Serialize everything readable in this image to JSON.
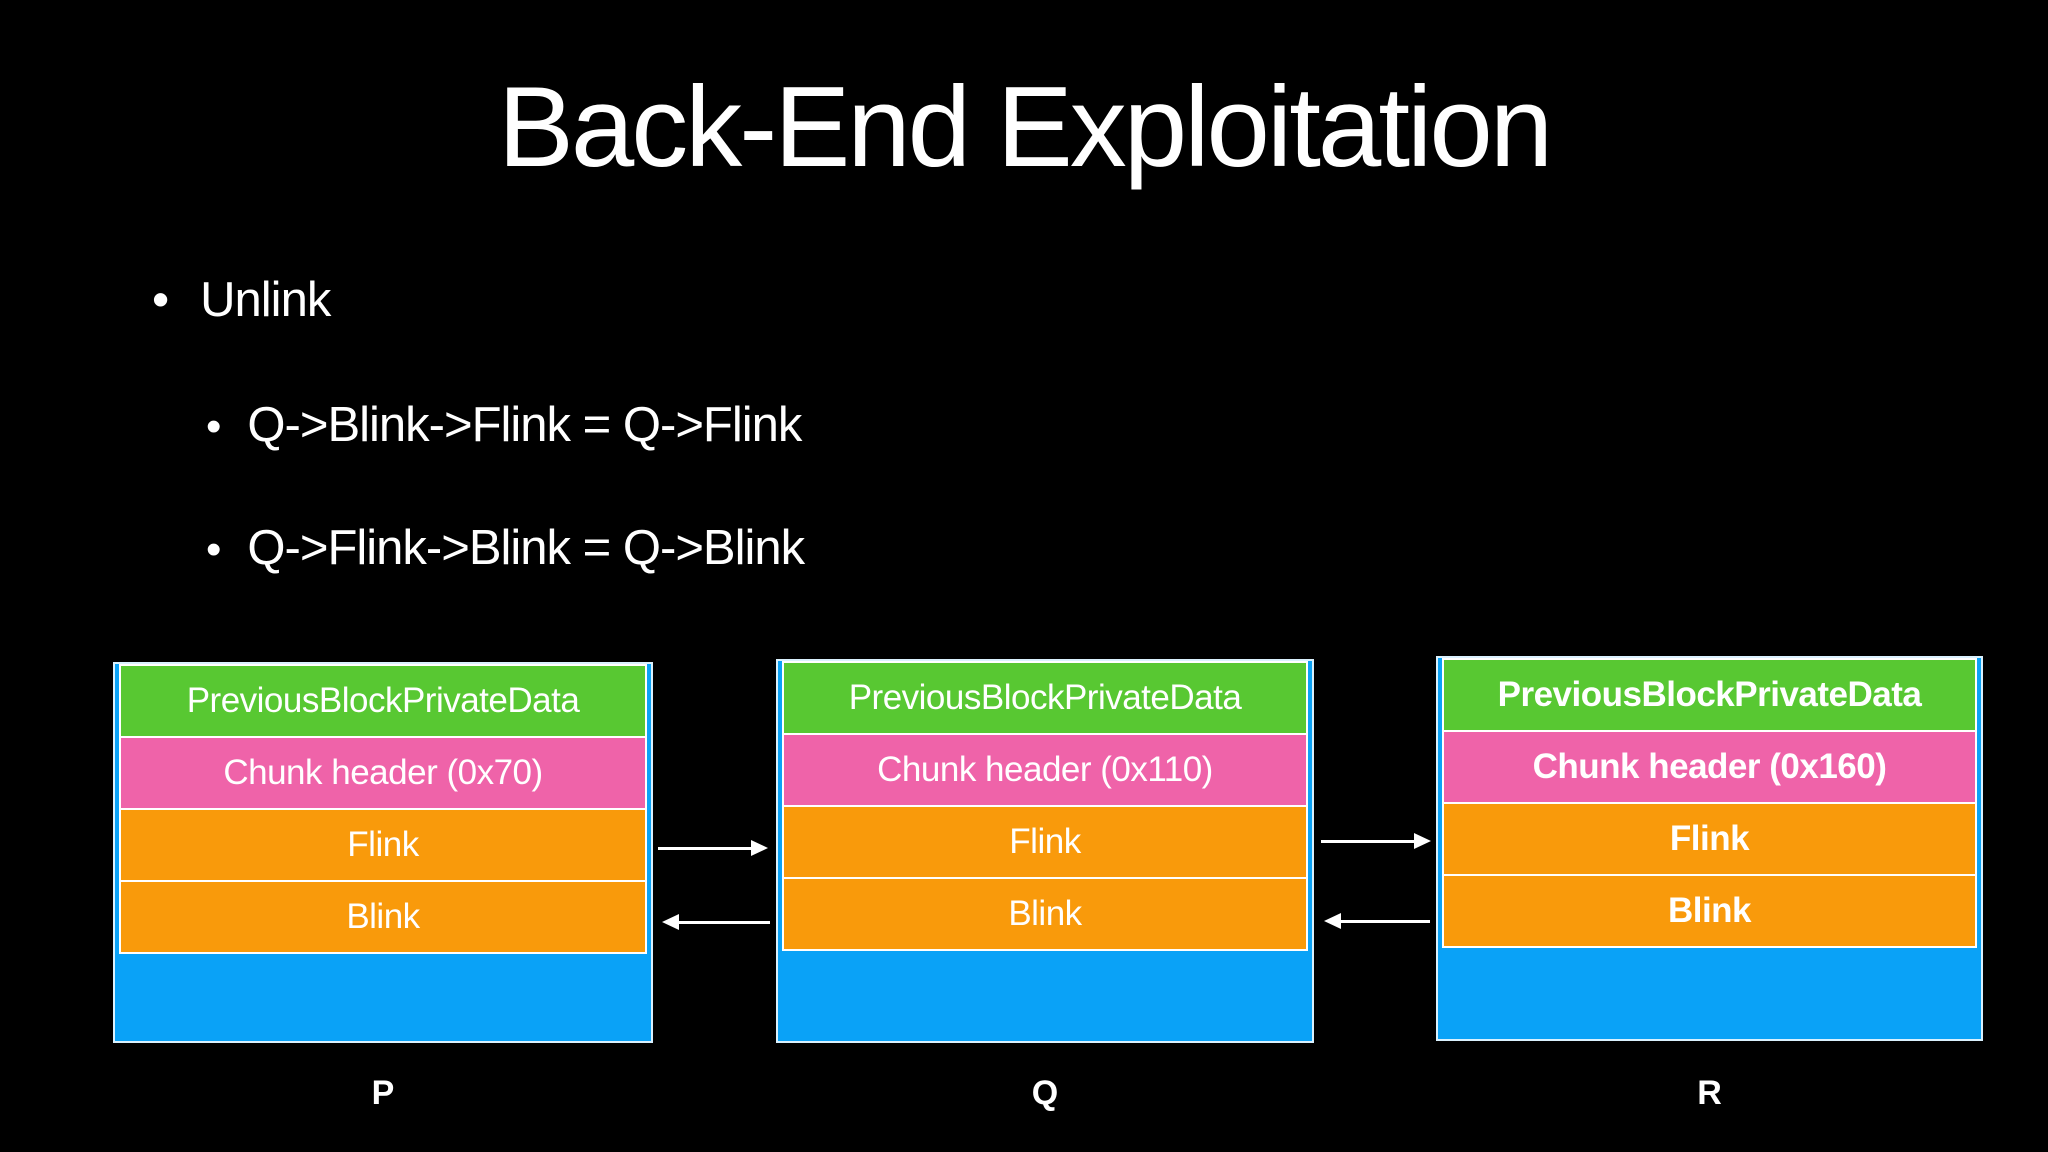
{
  "slide": {
    "title": "Back-End Exploitation",
    "bullets": {
      "marker": "•",
      "items": [
        {
          "level": 1,
          "text": "Unlink"
        },
        {
          "level": 2,
          "text": "Q->Blink->Flink = Q->Flink"
        },
        {
          "level": 2,
          "text": "Q->Flink->Blink = Q->Blink"
        }
      ]
    }
  },
  "diagram": {
    "blocks": [
      {
        "label": "P",
        "rows": [
          "PreviousBlockPrivateData",
          "Chunk header (0x70)",
          "Flink",
          "Blink"
        ],
        "bold_text": false
      },
      {
        "label": "Q",
        "rows": [
          "PreviousBlockPrivateData",
          "Chunk header (0x110)",
          "Flink",
          "Blink"
        ],
        "bold_text": false
      },
      {
        "label": "R",
        "rows": [
          "PreviousBlockPrivateData",
          "Chunk header (0x160)",
          "Flink",
          "Blink"
        ],
        "bold_text": true
      }
    ],
    "arrows": [
      {
        "id": "p-flink-to-q",
        "row": "Flink",
        "direction": "right",
        "between": [
          "P",
          "Q"
        ]
      },
      {
        "id": "q-blink-to-p",
        "row": "Blink",
        "direction": "left",
        "between": [
          "P",
          "Q"
        ]
      },
      {
        "id": "q-flink-to-r",
        "row": "Flink",
        "direction": "right",
        "between": [
          "Q",
          "R"
        ]
      },
      {
        "id": "r-blink-to-q",
        "row": "Blink",
        "direction": "left",
        "between": [
          "Q",
          "R"
        ]
      }
    ]
  },
  "colors": {
    "background": "#000000",
    "text": "#FFFFFF",
    "green": "#58C832",
    "pink": "#EF63A9",
    "orange": "#F99A0B",
    "blue": "#0AA2F7",
    "separator": "#FFFFFF"
  }
}
